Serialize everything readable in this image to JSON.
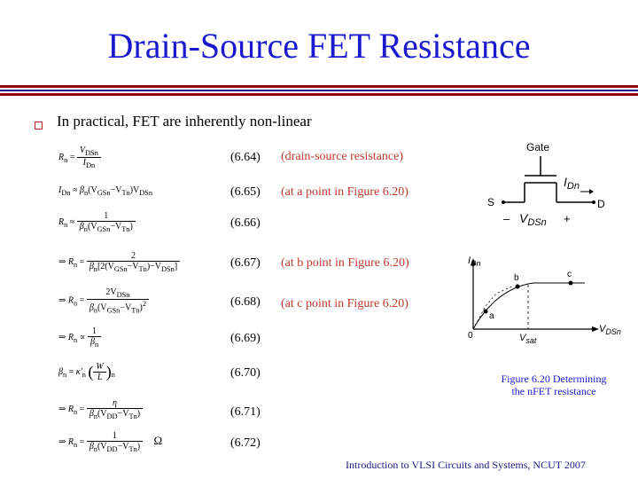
{
  "slide": {
    "title": "Drain-Source FET Resistance",
    "bullet": "In practical, FET are inherently non-linear",
    "footer": "Introduction to VLSI Circuits and Systems, NCUT  2007"
  },
  "equations": [
    {
      "number": "(6.64)",
      "note": "(drain-source resistance)"
    },
    {
      "number": "(6.65)",
      "note": "(at a point in Figure 6.20)"
    },
    {
      "number": "(6.66)",
      "note": ""
    },
    {
      "number": "(6.67)",
      "note": "(at b point in Figure 6.20)"
    },
    {
      "number": "(6.68)",
      "note": "(at c point in Figure 6.20)"
    },
    {
      "number": "(6.69)",
      "note": ""
    },
    {
      "number": "(6.70)",
      "note": ""
    },
    {
      "number": "(6.71)",
      "note": ""
    },
    {
      "number": "(6.72)",
      "note": ""
    }
  ],
  "formulas": {
    "f64": {
      "lhs": "R",
      "lhs_sub": "n",
      "eq": "=",
      "num": "V",
      "num_sub": "DSn",
      "den": "I",
      "den_sub": "Dn"
    },
    "f65": {
      "a": "I",
      "a_sub": "Dn",
      "rel": "≈",
      "beta": "β",
      "beta_sub": "n",
      "open": "(V",
      "vgs_sub": "GSn",
      "minus": "−V",
      "vt_sub": "Tn",
      "close": ")V",
      "vds_sub": "DSn"
    },
    "f66": {
      "lhs": "R",
      "lhs_sub": "n",
      "rel": "≈",
      "num": "1",
      "den_a": "β",
      "den_a_sub": "n",
      "den_b": "(V",
      "den_b_sub": "GSn",
      "den_c": "−V",
      "den_c_sub": "Tn",
      "den_d": ")"
    },
    "f67": {
      "arrow": "⇒",
      "lhs": "R",
      "lhs_sub": "n",
      "eq": "=",
      "num": "2",
      "den_a": "β",
      "den_a_sub": "n",
      "den_b": "[2(V",
      "den_b_sub": "GSn",
      "den_c": "−V",
      "den_c_sub": "Tn",
      "den_d": ")−V",
      "den_d_sub": "DSn",
      "den_e": "]"
    },
    "f68": {
      "arrow": "⇒",
      "lhs": "R",
      "lhs_sub": "n",
      "eq": "=",
      "num": "2V",
      "num_sub": "DSn",
      "den_a": "β",
      "den_a_sub": "n",
      "den_b": "(V",
      "den_b_sub": "GSn",
      "den_c": "−V",
      "den_c_sub": "Tn",
      "den_d": ")",
      "den_sup": "2"
    },
    "f69": {
      "arrow": "⇒",
      "lhs": "R",
      "lhs_sub": "n",
      "rel": "∝",
      "num": "1",
      "den": "β",
      "den_sub": "n"
    },
    "f70": {
      "lhs": "β",
      "lhs_sub": "n",
      "eq": "=",
      "k": "κ'",
      "k_sub": "n",
      "num": "W",
      "den": "L",
      "paren_sub": "n"
    },
    "f71": {
      "arrow": "⇒",
      "lhs": "R",
      "lhs_sub": "n",
      "eq": "=",
      "num": "η",
      "den_a": "β",
      "den_a_sub": "n",
      "den_b": "(V",
      "den_b_sub": "DD",
      "den_c": "−V",
      "den_c_sub": "Tn",
      "den_d": ")"
    },
    "f72": {
      "arrow": "⇒",
      "lhs": "R",
      "lhs_sub": "n",
      "eq": "=",
      "num": "1",
      "den_a": "β",
      "den_a_sub": "n",
      "den_b": "(V",
      "den_b_sub": "DD",
      "den_c": "−V",
      "den_c_sub": "Tn",
      "den_d": ")",
      "unit": "Ω"
    }
  },
  "transistor": {
    "gate": "Gate",
    "current": "I",
    "current_sub": "Dn",
    "source": "S",
    "drain": "D",
    "minus": "–",
    "vds": "V",
    "vds_sub": "DSn",
    "plus": "+"
  },
  "graph": {
    "y_label": "I",
    "y_label_sub": "Dn",
    "x_label": "V",
    "x_label_sub": "DSn",
    "origin": "0",
    "vsat": "V",
    "vsat_sub": "sat",
    "point_a": "a",
    "point_b": "b",
    "point_c": "c"
  },
  "figure_caption": {
    "line1": "Figure 6.20 Determining",
    "line2": "the nFET resistance"
  },
  "colors": {
    "title": "#1a1acc",
    "note": "#c0392b",
    "rule_dark_red": "#8b0000",
    "rule_navy": "#1a1a80",
    "bullet": "#b22222"
  }
}
